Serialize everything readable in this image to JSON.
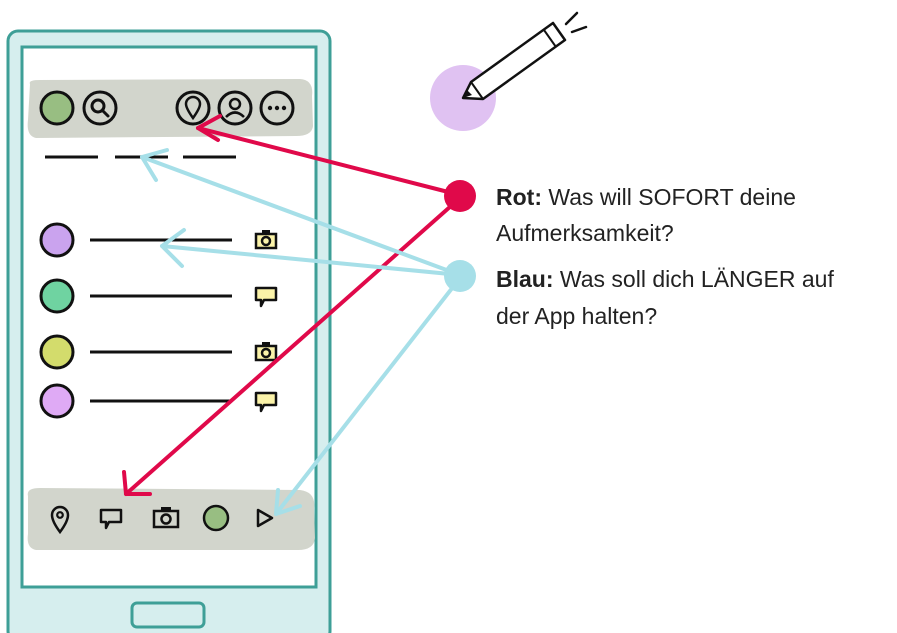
{
  "legend": {
    "rot": {
      "label": "Rot:",
      "line1": "Was will SOFORT deine",
      "line2": "Aufmerksamkeit?",
      "color": "#e0094a"
    },
    "blau": {
      "label": "Blau:",
      "line1": "Was soll dich LÄNGER auf",
      "line2": "der App halten?",
      "color": "#a6dfe8"
    }
  },
  "phone": {
    "frame_color": "#3e9f97",
    "fill_color": "#d6eeee",
    "screen_color": "#ffffff",
    "header_bar_color": "#cdd0c6",
    "top_icons": [
      "avatar-circle",
      "search-icon",
      "location-pin-icon",
      "user-icon",
      "more-icon"
    ],
    "list_items": [
      {
        "avatar_color": "#caa3ee",
        "icon": "camera-icon"
      },
      {
        "avatar_color": "#6fd3a1",
        "icon": "comment-icon"
      },
      {
        "avatar_color": "#d3dc6c",
        "icon": "camera-icon"
      },
      {
        "avatar_color": "#dfaaf5",
        "icon": "comment-icon"
      }
    ],
    "bottom_icons": [
      "location-pin-icon",
      "comment-icon",
      "camera-icon",
      "avatar-circle",
      "play-icon"
    ],
    "icon_fill_yellow": "#fbf3a9",
    "avatar_green": "#98be82"
  },
  "pencil": {
    "icon": "pencil-icon",
    "blob_color": "#e0c2f2"
  }
}
